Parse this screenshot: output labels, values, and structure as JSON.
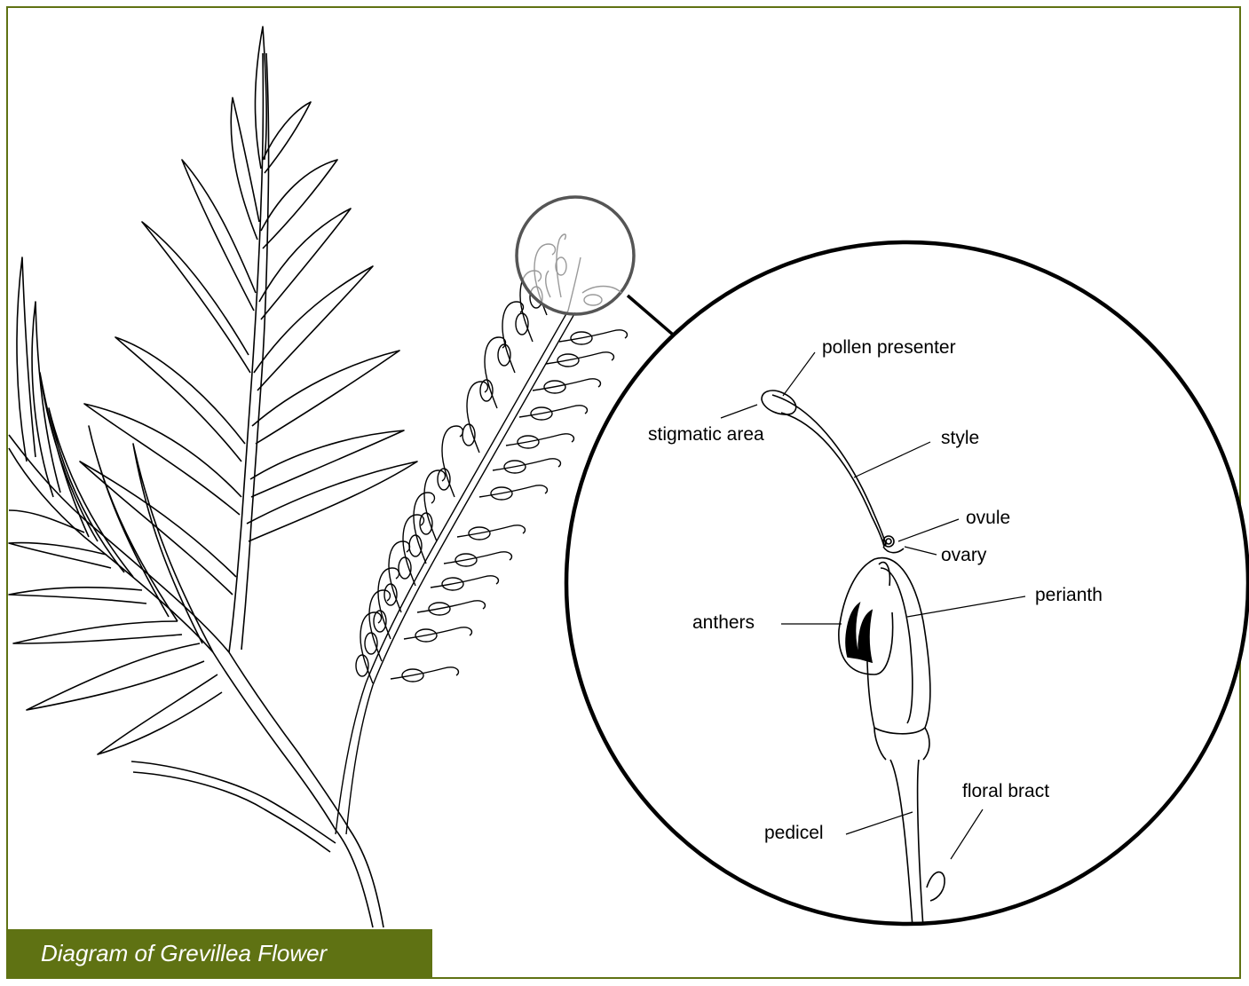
{
  "caption": "Diagram of Grevillea Flower",
  "colors": {
    "border": "#5f7213",
    "caption_bg": "#5f7213",
    "caption_text": "#ffffff",
    "line": "#000000",
    "magnifier": "#555555"
  },
  "labels": {
    "pollen_presenter": "pollen presenter",
    "stigmatic_area": "stigmatic area",
    "style": "style",
    "ovule": "ovule",
    "ovary": "ovary",
    "perianth": "perianth",
    "anthers": "anthers",
    "floral_bract": "floral bract",
    "pedicel": "pedicel"
  }
}
